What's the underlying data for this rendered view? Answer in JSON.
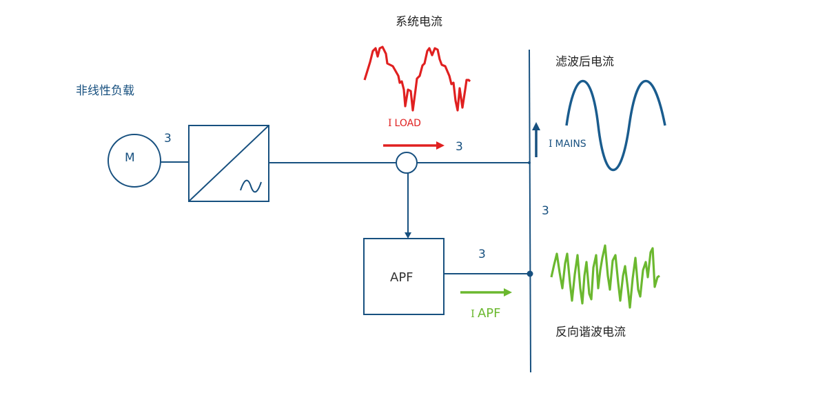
{
  "colors": {
    "line": "#17507f",
    "load_wave": "#e02020",
    "mains_wave": "#1a5c8e",
    "apf_wave": "#6bb82f",
    "title": "#17507f"
  },
  "labels": {
    "nonlinear_load": "非线性负载",
    "system_current": "系统电流",
    "filtered_current": "滤波后电流",
    "reverse_harmonic_current": "反向谐波电流",
    "motor": "M",
    "apf_box": "APF",
    "ac_symbol": "~"
  },
  "currents": {
    "load_symbol": "I",
    "load_sub": "LOAD",
    "mains_symbol": "I",
    "mains_sub": "MAINS",
    "apf_symbol": "I",
    "apf_sub": "APF"
  },
  "phase_counts": {
    "motor_line": "3",
    "load_line": "3",
    "bus": "3",
    "apf_line": "3"
  }
}
